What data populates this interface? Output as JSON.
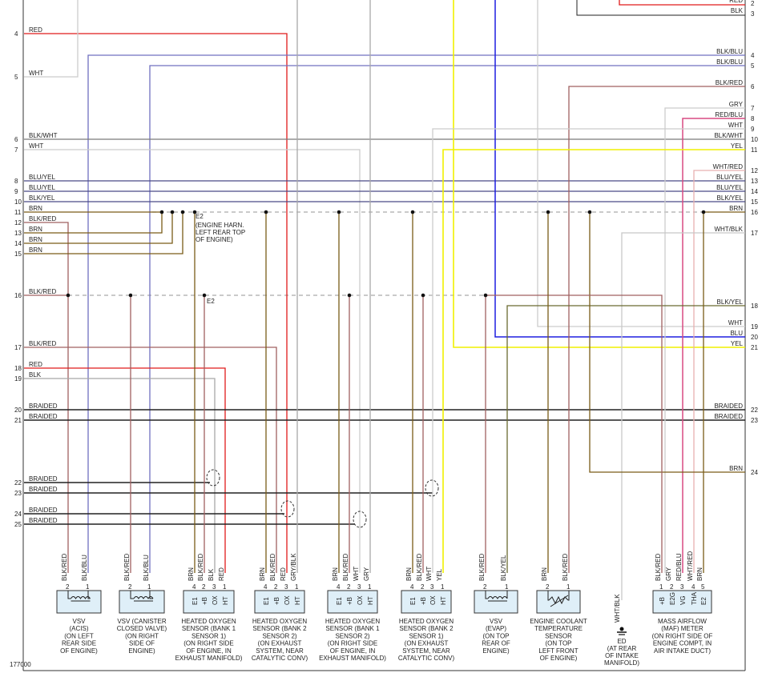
{
  "figure_id": "177000",
  "colors": {
    "red": "#e01b1b",
    "blue": "#1e1ee0",
    "yellow": "#f0f000",
    "white": "#cccccc",
    "grey": "#a8a8a8",
    "brown": "#7a5c18",
    "black": "#222222",
    "blkblu": "#7070c0",
    "blkred": "#a06060",
    "blkwht": "#7a7a7a",
    "bluyel": "#4a4a86",
    "redblu": "#d84a82",
    "whtred": "#e8b0b0",
    "whtblk": "#c8c8c8",
    "blkyel": "#6a6a30",
    "grayblk": "#888888"
  },
  "top_right": [
    {
      "num": "2",
      "label": "RED"
    },
    {
      "num": "3",
      "label": "BLK"
    }
  ],
  "left_pins": [
    {
      "num": "4",
      "label": "RED"
    },
    {
      "num": "5",
      "label": "WHT"
    },
    {
      "num": "6",
      "label": "BLK/WHT"
    },
    {
      "num": "7",
      "label": "WHT"
    },
    {
      "num": "8",
      "label": "BLU/YEL"
    },
    {
      "num": "9",
      "label": "BLU/YEL"
    },
    {
      "num": "10",
      "label": "BLK/YEL"
    },
    {
      "num": "11",
      "label": "BRN"
    },
    {
      "num": "12",
      "label": "BLK/RED"
    },
    {
      "num": "13",
      "label": "BRN"
    },
    {
      "num": "14",
      "label": "BRN"
    },
    {
      "num": "15",
      "label": "BRN"
    },
    {
      "num": "16",
      "label": "BLK/RED"
    },
    {
      "num": "17",
      "label": "BLK/RED"
    },
    {
      "num": "18",
      "label": "RED"
    },
    {
      "num": "19",
      "label": "BLK"
    },
    {
      "num": "20",
      "label": "BRAIDED"
    },
    {
      "num": "21",
      "label": "BRAIDED"
    },
    {
      "num": "22",
      "label": "BRAIDED"
    },
    {
      "num": "23",
      "label": "BRAIDED"
    },
    {
      "num": "24",
      "label": "BRAIDED"
    },
    {
      "num": "25",
      "label": "BRAIDED"
    }
  ],
  "right_pins": [
    {
      "num": "4",
      "label": "BLK/BLU"
    },
    {
      "num": "5",
      "label": "BLK/BLU"
    },
    {
      "num": "6",
      "label": "BLK/RED"
    },
    {
      "num": "7",
      "label": "GRY"
    },
    {
      "num": "8",
      "label": "RED/BLU"
    },
    {
      "num": "9",
      "label": "WHT"
    },
    {
      "num": "10",
      "label": "BLK/WHT"
    },
    {
      "num": "11",
      "label": "YEL"
    },
    {
      "num": "12",
      "label": "WHT/RED"
    },
    {
      "num": "13",
      "label": "BLU/YEL"
    },
    {
      "num": "14",
      "label": "BLU/YEL"
    },
    {
      "num": "15",
      "label": "BLK/YEL"
    },
    {
      "num": "16",
      "label": "BRN"
    },
    {
      "num": "17",
      "label": "WHT/BLK"
    },
    {
      "num": "18",
      "label": "BLK/YEL"
    },
    {
      "num": "19",
      "label": "WHT"
    },
    {
      "num": "20",
      "label": "BLU"
    },
    {
      "num": "21",
      "label": "YEL"
    },
    {
      "num": "22",
      "label": "BRAIDED"
    },
    {
      "num": "23",
      "label": "BRAIDED"
    },
    {
      "num": "24",
      "label": "BRN"
    }
  ],
  "ground_e2": {
    "name": "E2",
    "lines": [
      "(ENGINE HARN.",
      "LEFT REAR TOP",
      "OF ENGINE)"
    ]
  },
  "ground_e2_lower": "E2",
  "ground_ed": {
    "wire": "WHT/BLK",
    "name": "ED",
    "lines": [
      "(AT REAR",
      "OF INTAKE",
      "MANIFOLD)"
    ]
  },
  "components": [
    {
      "pins": [
        "2",
        "1"
      ],
      "wires": [
        "BLK/RED",
        "BLK/BLU"
      ],
      "lines": [
        "VSV",
        "(ACIS)",
        "(ON LEFT",
        "REAR SIDE",
        "OF ENGINE)"
      ]
    },
    {
      "pins": [
        "2",
        "1"
      ],
      "wires": [
        "BLK/RED",
        "BLK/BLU"
      ],
      "lines": [
        "VSV (CANISTER",
        "CLOSED VALVE)",
        "(ON RIGHT",
        "SIDE OF",
        "ENGINE)"
      ]
    },
    {
      "pins": [
        "4",
        "2",
        "3",
        "1"
      ],
      "terms": [
        "E1",
        "+B",
        "OX",
        "HT"
      ],
      "wires": [
        "BRN",
        "BLK/RED",
        "BLK",
        "RED"
      ],
      "lines": [
        "HEATED OXYGEN",
        "SENSOR (BANK 1",
        "SENSOR 1)",
        "(ON RIGHT SIDE",
        "OF ENGINE, IN",
        "EXHAUST MANIFOLD)"
      ]
    },
    {
      "pins": [
        "4",
        "2",
        "3",
        "1"
      ],
      "terms": [
        "E1",
        "+B",
        "OX",
        "HT"
      ],
      "wires": [
        "BRN",
        "BLK/RED",
        "RED",
        "GRY/BLK"
      ],
      "lines": [
        "HEATED OXYGEN",
        "SENSOR (BANK 2",
        "SENSOR 2)",
        "(ON EXHAUST",
        "SYSTEM, NEAR",
        "CATALYTIC CONV)"
      ]
    },
    {
      "pins": [
        "4",
        "2",
        "3",
        "1"
      ],
      "terms": [
        "E1",
        "+B",
        "OX",
        "HT"
      ],
      "wires": [
        "BRN",
        "BLK/RED",
        "WHT",
        "GRY"
      ],
      "lines": [
        "HEATED OXYGEN",
        "SENSOR (BANK 1",
        "SENSOR 2)",
        "(ON RIGHT SIDE",
        "OF ENGINE, IN",
        "EXHAUST MANIFOLD)"
      ]
    },
    {
      "pins": [
        "4",
        "2",
        "3",
        "1"
      ],
      "terms": [
        "E1",
        "+B",
        "OX",
        "HT"
      ],
      "wires": [
        "BRN",
        "BLK/RED",
        "WHT",
        "YEL"
      ],
      "lines": [
        "HEATED OXYGEN",
        "SENSOR (BANK 2",
        "SENSOR 1)",
        "(ON EXHAUST",
        "SYSTEM, NEAR",
        "CATALYTIC CONV)"
      ]
    },
    {
      "pins": [
        "2",
        "1"
      ],
      "wires": [
        "BLK/RED",
        "BLK/YEL"
      ],
      "lines": [
        "VSV",
        "(EVAP)",
        "(ON TOP",
        "REAR OF",
        "ENGINE)"
      ]
    },
    {
      "pins": [
        "2",
        "1"
      ],
      "wires": [
        "BRN",
        "BLK/RED"
      ],
      "lines": [
        "ENGINE COOLANT",
        "TEMPERATURE",
        "SENSOR",
        "(ON TOP",
        "LEFT FRONT",
        "OF ENGINE)"
      ]
    },
    {
      "pins": [
        "1",
        "2",
        "3",
        "4",
        "5"
      ],
      "terms": [
        "+B",
        "E2G",
        "VG",
        "THA",
        "E2"
      ],
      "wires": [
        "BLK/RED",
        "GRY",
        "RED/BLU",
        "WHT/RED",
        "BRN"
      ],
      "lines": [
        "MASS AIRFLOW",
        "(MAF) METER",
        "(ON RIGHT SIDE OF",
        "ENGINE COMPT, IN",
        "AIR INTAKE DUCT)"
      ]
    }
  ]
}
